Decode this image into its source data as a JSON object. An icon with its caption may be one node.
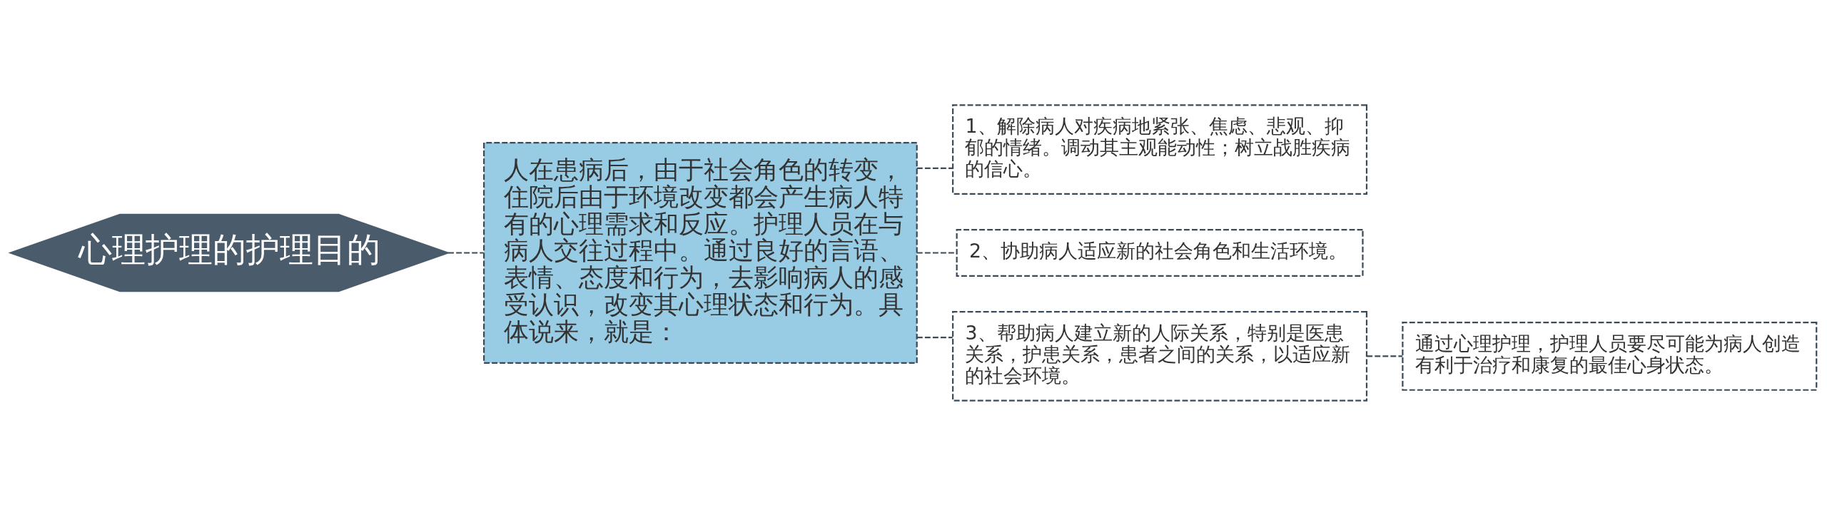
{
  "diagram": {
    "nodes": [
      {
        "text": [
          "心理护理的护理目的"
        ]
      },
      {
        "text": [
          "人在患病后，由于社会角色的转变，住院后由于环境改变都会产生病人特有的心理需求和反应。护理人员在与病人交往过程中。通过良好的言语、表情、态度和行为，去影响病人的感受认识，改变其心理状态和行为。具体说来，就是："
        ]
      },
      {
        "text": [
          "1、解除病人对疾病地紧张、焦虑、悲观、抑郁的情绪。调动其主观能动性；树立战胜疾病的信心。"
        ]
      },
      {
        "text": [
          "2、协助病人适应新的社会角色和生活环境。"
        ]
      },
      {
        "text": [
          "3、帮助病人建立新的人际关系，特别是医患关系，护患关系，患者之间的关系，以适应新的社会环境。"
        ]
      },
      {
        "text": [
          "通过心理护理，护理人员要尽可能为病人创造有利于治疗和康复的最佳心身状态。"
        ]
      }
    ],
    "edges": [
      {
        "from": 0,
        "to": 1,
        "arrow": "none",
        "style": "dashed"
      },
      {
        "from": 1,
        "to": 2,
        "arrow": "none",
        "style": "dashed"
      },
      {
        "from": 1,
        "to": 3,
        "arrow": "none",
        "style": "dashed"
      },
      {
        "from": 1,
        "to": 4,
        "arrow": "none",
        "style": "dashed"
      },
      {
        "from": 4,
        "to": 5,
        "arrow": "none",
        "style": "dashed"
      }
    ]
  }
}
